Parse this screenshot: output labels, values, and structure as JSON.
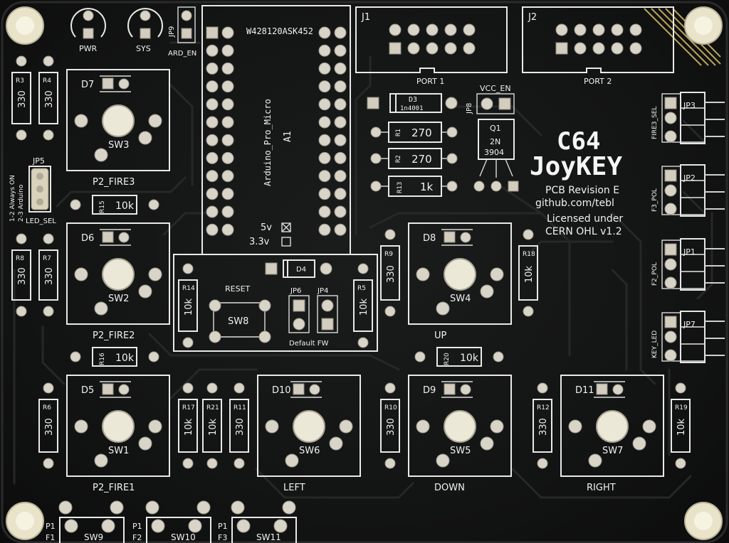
{
  "board": {
    "title_line1": "C64",
    "title_line2": "JoyKEY",
    "revision": "PCB Revision E",
    "url": "github.com/tebl",
    "license_line1": "Licensed under",
    "license_line2": "CERN OHL v1.2"
  },
  "module": {
    "marking": "W428120ASK452",
    "name": "Arduino_Pro_Micro",
    "ref": "A1",
    "voltage_5v": "5v",
    "voltage_33v": "3.3v"
  },
  "indicators": {
    "pwr": "PWR",
    "sys": "SYS",
    "jp9": "JP9",
    "ard_en": "ARD_EN",
    "jp8": "JP8",
    "vcc_en": "VCC_EN"
  },
  "connectors": {
    "j1": "J1",
    "port1": "PORT 1",
    "j2": "J2",
    "port2": "PORT 2",
    "jp3": "JP3",
    "jp3_label": "FIRE3_SEL",
    "jp2": "JP2",
    "jp2_label": "F3_POL",
    "jp1": "JP1",
    "jp1_label": "F2_POL",
    "jp7": "JP7",
    "jp7_label": "KEY_LED",
    "jp5": "JP5",
    "jp5_label": "LED_SEL",
    "jp5_opt1": "1-2 Always ON",
    "jp5_opt2": "2-3 Arduino"
  },
  "parts": {
    "d3": "D3",
    "d3_val": "1n4001",
    "r1": "R1",
    "r1_val": "270",
    "r2": "R2",
    "r2_val": "270",
    "r13": "R13",
    "r13_val": "1k",
    "q1": "Q1",
    "q1_val1": "2N",
    "q1_val2": "3904",
    "d4": "D4",
    "reset": "RESET",
    "sw8": "SW8",
    "jp6": "JP6",
    "jp4": "JP4",
    "default_fw": "Default FW",
    "r14": "R14",
    "r14_val": "10k",
    "r5": "R5",
    "r5_val": "10k",
    "r3": "R3",
    "r3_val": "330",
    "r4": "R4",
    "r4_val": "330",
    "r8": "R8",
    "r8_val": "330",
    "r7": "R7",
    "r7_val": "330",
    "r6": "R6",
    "r6_val": "330",
    "r15": "R15",
    "r15_val": "10k",
    "r16": "R16",
    "r16_val": "10k",
    "r9": "R9",
    "r9_val": "330",
    "r18": "R18",
    "r18_val": "10k",
    "r20": "R20",
    "r20_val": "10k",
    "r17": "R17",
    "r17_val": "10k",
    "r21": "R21",
    "r21_val": "10k",
    "r11": "R11",
    "r11_val": "330",
    "r10": "R10",
    "r10_val": "330",
    "r12": "R12",
    "r12_val": "330",
    "r19": "R19",
    "r19_val": "10k"
  },
  "keys": {
    "sw3": {
      "diode": "D7",
      "ref": "SW3",
      "label": "P2_FIRE3"
    },
    "sw2": {
      "diode": "D6",
      "ref": "SW2",
      "label": "P2_FIRE2"
    },
    "sw1": {
      "diode": "D5",
      "ref": "SW1",
      "label": "P2_FIRE1"
    },
    "sw4": {
      "diode": "D8",
      "ref": "SW4",
      "label": "UP"
    },
    "sw6": {
      "diode": "D10",
      "ref": "SW6",
      "label": "LEFT"
    },
    "sw5": {
      "diode": "D9",
      "ref": "SW5",
      "label": "DOWN"
    },
    "sw7": {
      "diode": "D11",
      "ref": "SW7",
      "label": "RIGHT"
    }
  },
  "bottom": {
    "sw9": "SW9",
    "sw9_p": "P1",
    "sw9_f": "F1",
    "sw10": "SW10",
    "sw10_p": "P1",
    "sw10_f": "F2",
    "sw11": "SW11",
    "sw11_p": "P1",
    "sw11_f": "F3"
  }
}
